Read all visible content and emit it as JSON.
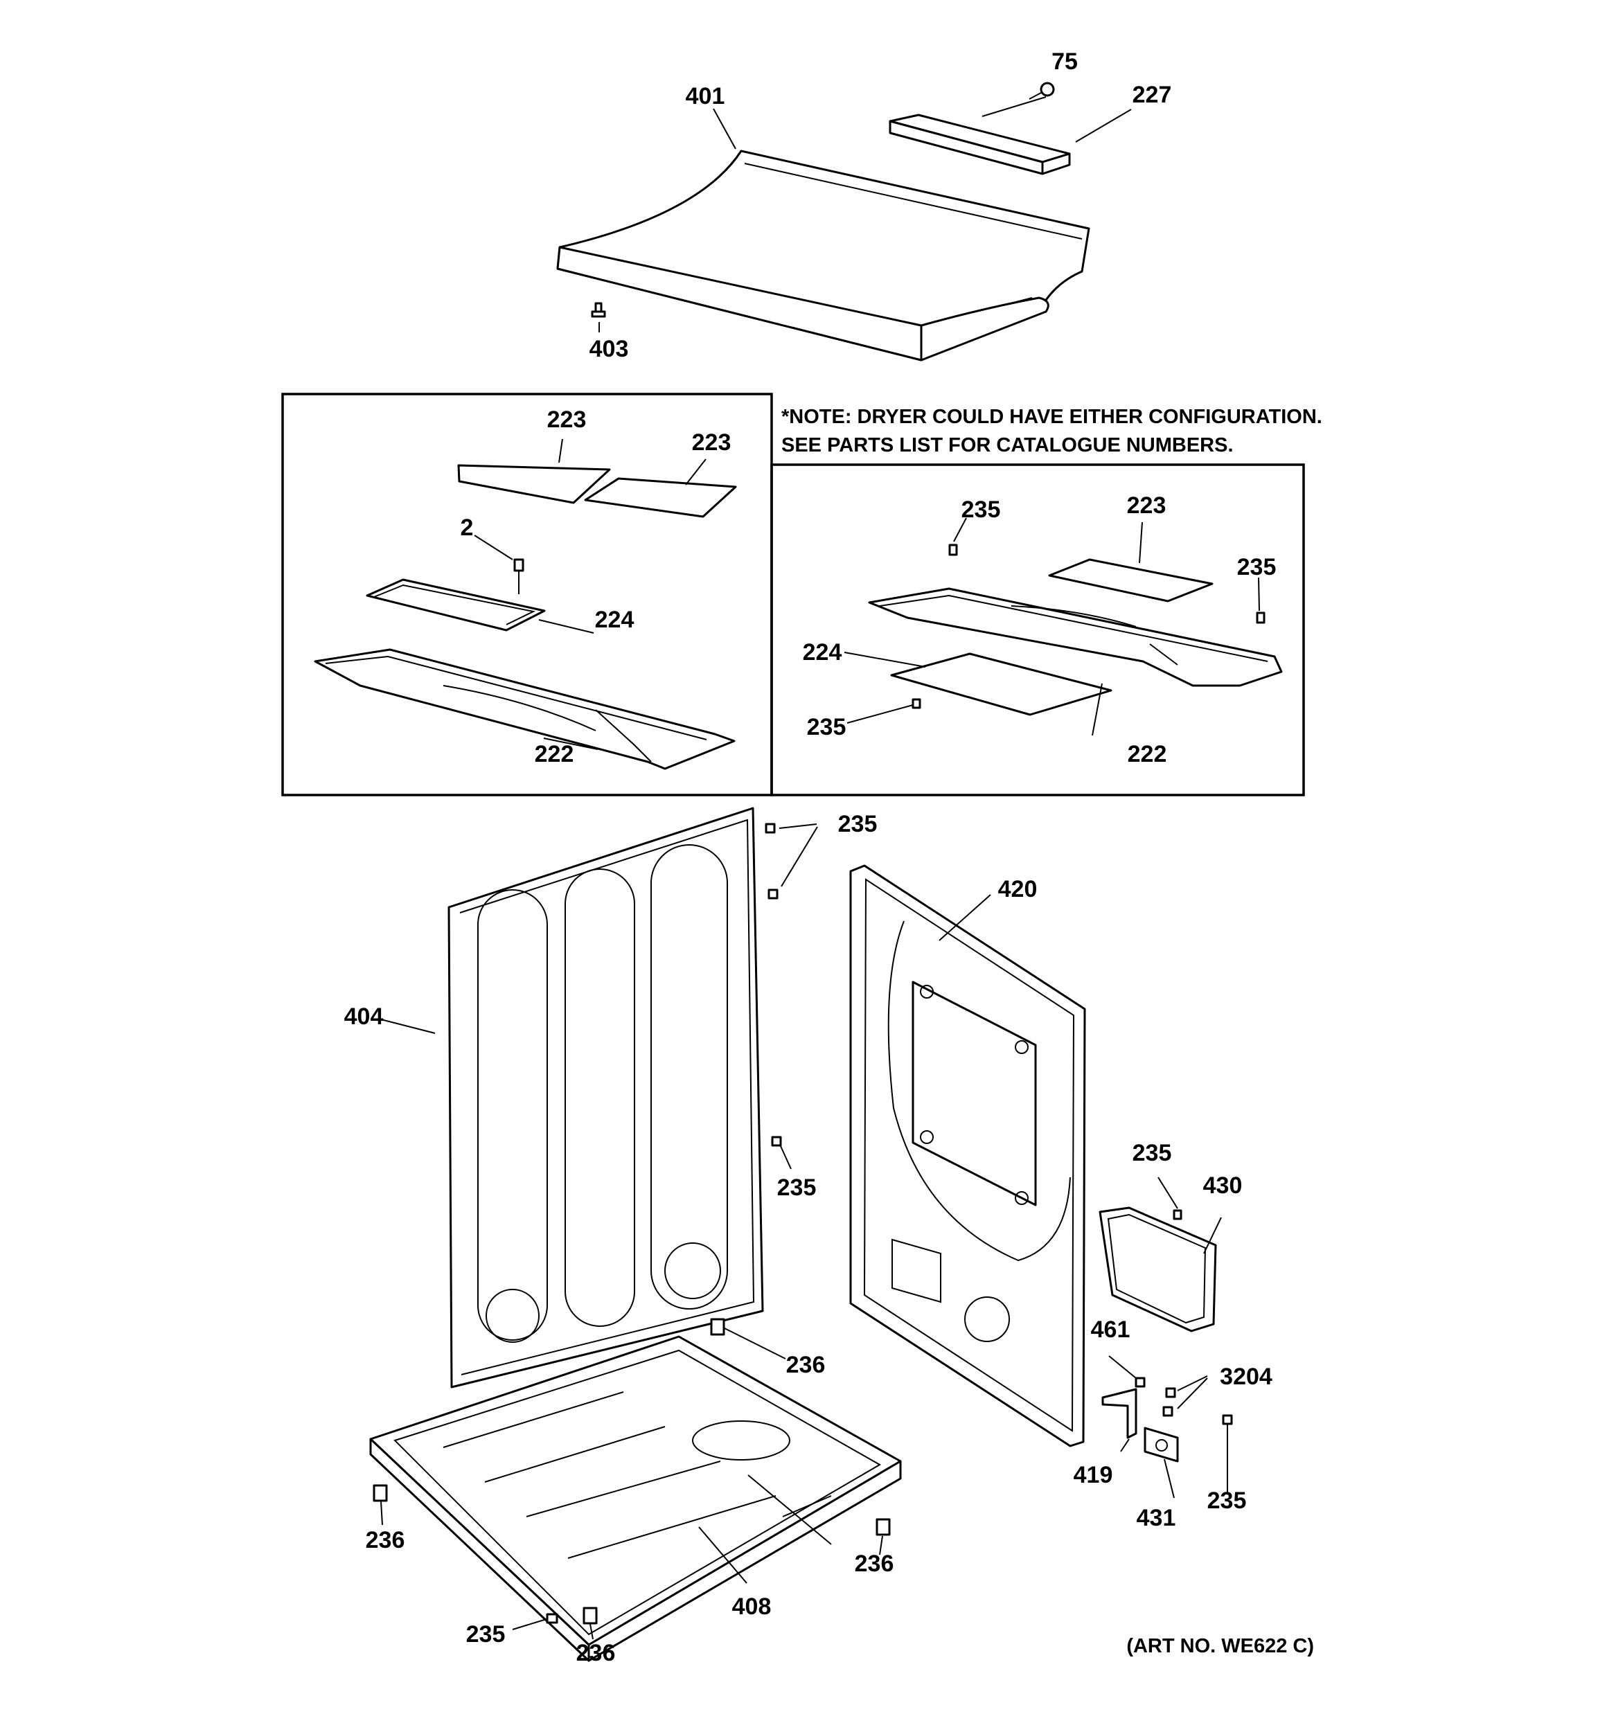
{
  "note": {
    "line1": "*NOTE: DRYER COULD HAVE EITHER CONFIGURATION.",
    "line2": "SEE PARTS LIST FOR CATALOGUE NUMBERS."
  },
  "art_number": "(ART NO. WE622 C)",
  "callouts": {
    "c75": "75",
    "c227": "227",
    "c401": "401",
    "c403": "403",
    "left_223a": "223",
    "left_223b": "223",
    "left_2": "2",
    "left_224": "224",
    "left_222": "222",
    "right_235a": "235",
    "right_223": "223",
    "right_235b": "235",
    "right_224": "224",
    "right_235c": "235",
    "right_222": "222",
    "b_235_top": "235",
    "b_420": "420",
    "b_404": "404",
    "b_235_mid": "235",
    "b_235_panel": "235",
    "b_430": "430",
    "b_461": "461",
    "b_3204": "3204",
    "b_236_a": "236",
    "b_419": "419",
    "b_236_b": "236",
    "b_431": "431",
    "b_235_bracket": "235",
    "b_236_c": "236",
    "b_408": "408",
    "b_235_bottom": "235",
    "b_236_d": "236"
  }
}
